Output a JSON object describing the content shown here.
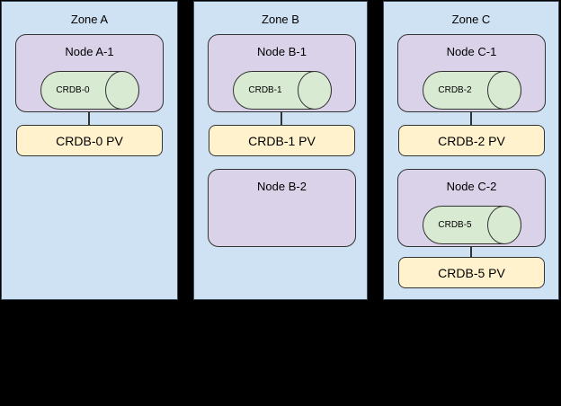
{
  "palette": {
    "background": "#000000",
    "zone_fill": "#cfe2f3",
    "node_fill": "#d9d2e9",
    "database_fill": "#d9ead3",
    "pv_fill": "#fff2cc",
    "border": "#333333"
  },
  "zones": [
    {
      "label": "Zone A",
      "nodes": [
        {
          "label": "Node A-1",
          "db_label": "CRDB-0",
          "pv_label": "CRDB-0 PV"
        }
      ]
    },
    {
      "label": "Zone B",
      "nodes": [
        {
          "label": "Node B-1",
          "db_label": "CRDB-1",
          "pv_label": "CRDB-1 PV"
        },
        {
          "label": "Node B-2"
        }
      ]
    },
    {
      "label": "Zone C",
      "nodes": [
        {
          "label": "Node C-1",
          "db_label": "CRDB-2",
          "pv_label": "CRDB-2 PV"
        },
        {
          "label": "Node C-2",
          "db_label": "CRDB-5",
          "pv_label": "CRDB-5 PV"
        }
      ]
    }
  ]
}
